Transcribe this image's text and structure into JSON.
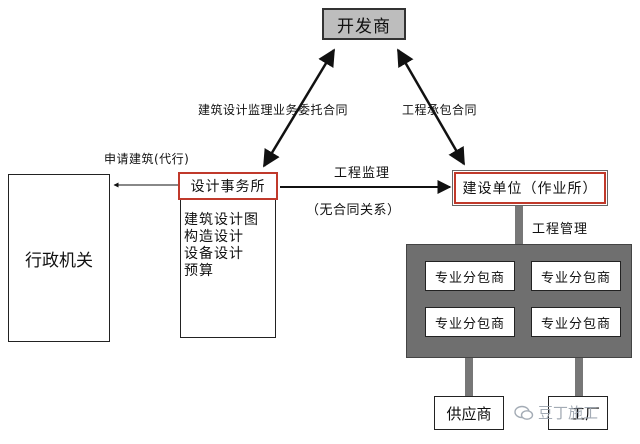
{
  "developer": "开发商",
  "design_contract": "建筑设计监理业务委托合同",
  "construction_contract": "工程承包合同",
  "admin_request": "申请建筑(代行)",
  "admin_agency": "行政机关",
  "design_firm": "设计事务所",
  "design_tasks": [
    "建筑设计图",
    "构造设计",
    "设备设计",
    "预算"
  ],
  "supervision": "工程监理",
  "no_contract": "（无合同关系）",
  "contractor": "建设单位（作业所）",
  "management": "工程管理",
  "subcontractors": [
    "专业分包商",
    "专业分包商",
    "专业分包商",
    "专业分包商"
  ],
  "supplier": "供应商",
  "factory": "工厂",
  "watermark": "豆丁施工"
}
